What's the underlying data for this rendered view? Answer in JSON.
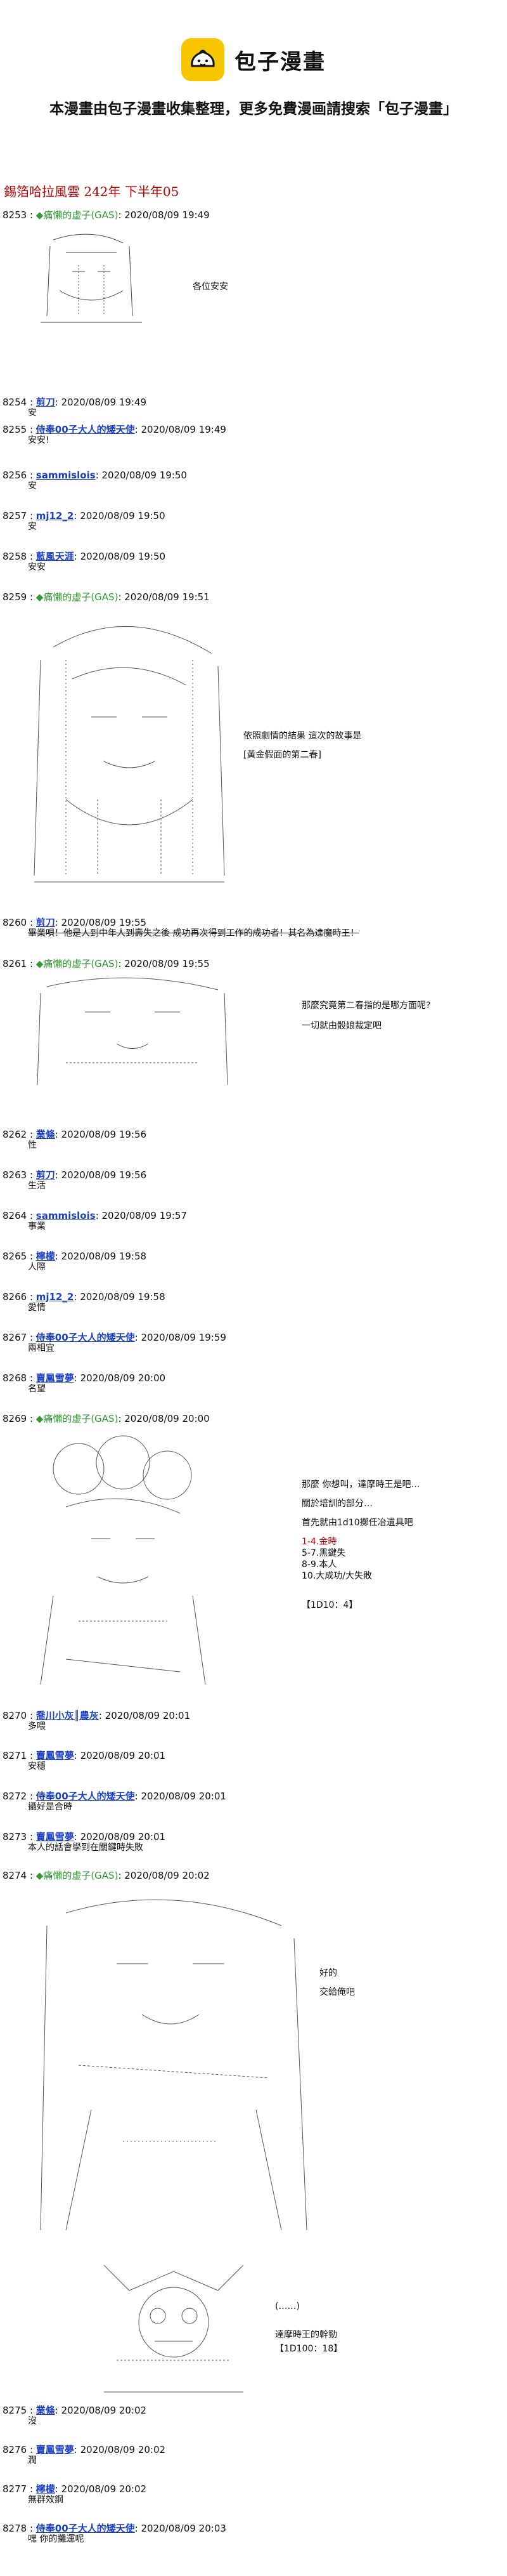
{
  "header": {
    "brand": "包子漫畫",
    "notice": "本漫畫由包子漫畫收集整理，更多免費漫画請搜索「包子漫畫」"
  },
  "chapter_title": "錫箔哈拉風雲 242年 下半年05",
  "posts": [
    {
      "num": "8253 :",
      "user": "◆痛懶的虚子(GAS)",
      "user_kind": "gas",
      "date": ": 2020/08/09 19:49",
      "body": ""
    },
    {
      "num": "8254 :",
      "user": "剪刀",
      "user_kind": "link",
      "date": ": 2020/08/09 19:49",
      "body": "安"
    },
    {
      "num": "8255 :",
      "user": "侍奉00子大人的矮天使",
      "user_kind": "link",
      "date": ": 2020/08/09 19:49",
      "body": "安安!"
    },
    {
      "num": "8256 :",
      "user": "sammislois",
      "user_kind": "link",
      "date": ": 2020/08/09 19:50",
      "body": "安"
    },
    {
      "num": "8257 :",
      "user": "mj12_2",
      "user_kind": "link",
      "date": ": 2020/08/09 19:50",
      "body": "安"
    },
    {
      "num": "8258 :",
      "user": "藍風天涯",
      "user_kind": "link",
      "date": ": 2020/08/09 19:50",
      "body": "安安"
    },
    {
      "num": "8259 :",
      "user": "◆痛懶的虚子(GAS)",
      "user_kind": "gas",
      "date": ": 2020/08/09 19:51",
      "body": ""
    },
    {
      "num": "8260 :",
      "user": "剪刀",
      "user_kind": "link",
      "date": ": 2020/08/09 19:55",
      "body": "畢業唄！他是人到中年人到壽失之後 成功再次得到工作的成功者！其名為達魔時王！"
    },
    {
      "num": "8261 :",
      "user": "◆痛懶的虚子(GAS)",
      "user_kind": "gas",
      "date": ": 2020/08/09 19:55",
      "body": ""
    },
    {
      "num": "8262 :",
      "user": "業條",
      "user_kind": "link",
      "date": ": 2020/08/09 19:56",
      "body": "性"
    },
    {
      "num": "8263 :",
      "user": "剪刀",
      "user_kind": "link",
      "date": ": 2020/08/09 19:56",
      "body": "生活"
    },
    {
      "num": "8264 :",
      "user": "sammislois",
      "user_kind": "link",
      "date": ": 2020/08/09 19:57",
      "body": "事業"
    },
    {
      "num": "8265 :",
      "user": "檸檬",
      "user_kind": "link",
      "date": ": 2020/08/09 19:58",
      "body": "人際"
    },
    {
      "num": "8266 :",
      "user": "mj12_2",
      "user_kind": "link",
      "date": ": 2020/08/09 19:58",
      "body": "愛情"
    },
    {
      "num": "8267 :",
      "user": "侍奉00子大人的矮天使",
      "user_kind": "link",
      "date": ": 2020/08/09 19:59",
      "body": "兩相宜"
    },
    {
      "num": "8268 :",
      "user": "賣鳳雪夢",
      "user_kind": "link",
      "date": ": 2020/08/09 20:00",
      "body": "名望"
    },
    {
      "num": "8269 :",
      "user": "◆痛懶的虚子(GAS)",
      "user_kind": "gas",
      "date": ": 2020/08/09 20:00",
      "body": ""
    },
    {
      "num": "8270 :",
      "user": "喬川小灰║農灰",
      "user_kind": "link",
      "date": ": 2020/08/09 20:01",
      "body": "多喂"
    },
    {
      "num": "8271 :",
      "user": "賣鳳雪夢",
      "user_kind": "link",
      "date": ": 2020/08/09 20:01",
      "body": "安穩"
    },
    {
      "num": "8272 :",
      "user": "侍奉00子大人的矮天使",
      "user_kind": "link",
      "date": ": 2020/08/09 20:01",
      "body": "攝好是合時"
    },
    {
      "num": "8273 :",
      "user": "賣鳳雪夢",
      "user_kind": "link",
      "date": ": 2020/08/09 20:01",
      "body": "本人的話會學到在關鍵時失敗"
    },
    {
      "num": "8274 :",
      "user": "◆痛懶的虚子(GAS)",
      "user_kind": "gas",
      "date": ": 2020/08/09 20:02",
      "body": ""
    },
    {
      "num": "8275 :",
      "user": "業條",
      "user_kind": "link",
      "date": ": 2020/08/09 20:02",
      "body": "沒"
    },
    {
      "num": "8276 :",
      "user": "賣鳳雪夢",
      "user_kind": "link",
      "date": ": 2020/08/09 20:02",
      "body": "潤"
    },
    {
      "num": "8277 :",
      "user": "檸檬",
      "user_kind": "link",
      "date": ": 2020/08/09 20:02",
      "body": "無群效鋼"
    },
    {
      "num": "8278 :",
      "user": "侍奉00子大人的矮天使",
      "user_kind": "link",
      "date": ": 2020/08/09 20:03",
      "body": "嘿 你的攤運呢"
    }
  ],
  "captions": {
    "c8253": "各位安安",
    "c8259_1": "依照劇情的結果 這次的故事是",
    "c8259_2": "[黃金假面的第二春]",
    "c8261_1": "那麼究竟第二春指的是哪方面呢?",
    "c8261_2": "一切就由骰娘裁定吧",
    "c8269_1": "那麼 你想叫，達摩時王是吧…",
    "c8269_2": "關於培訓的部分…",
    "c8269_3": "首先就由1d10擲任冶遺具吧",
    "c8269_red": "1-4.金時",
    "c8269_4": "5-7.黑鍵失",
    "c8269_5": "8-9.本人",
    "c8269_6": "10.大成功/大失敗",
    "c8269_dice": "【1D10：4】",
    "c8274_1": "好的",
    "c8274_2": "交給俺吧",
    "c8274_3": "(……)",
    "c8274_4": "達摩時王的幹勁",
    "c8274_dice": "【1D100：18】"
  },
  "colors": {
    "brand_yellow": "#f7c600",
    "title_red": "#c00000",
    "gas_green": "#2f9a2f",
    "link_blue": "#1a3fc4"
  }
}
